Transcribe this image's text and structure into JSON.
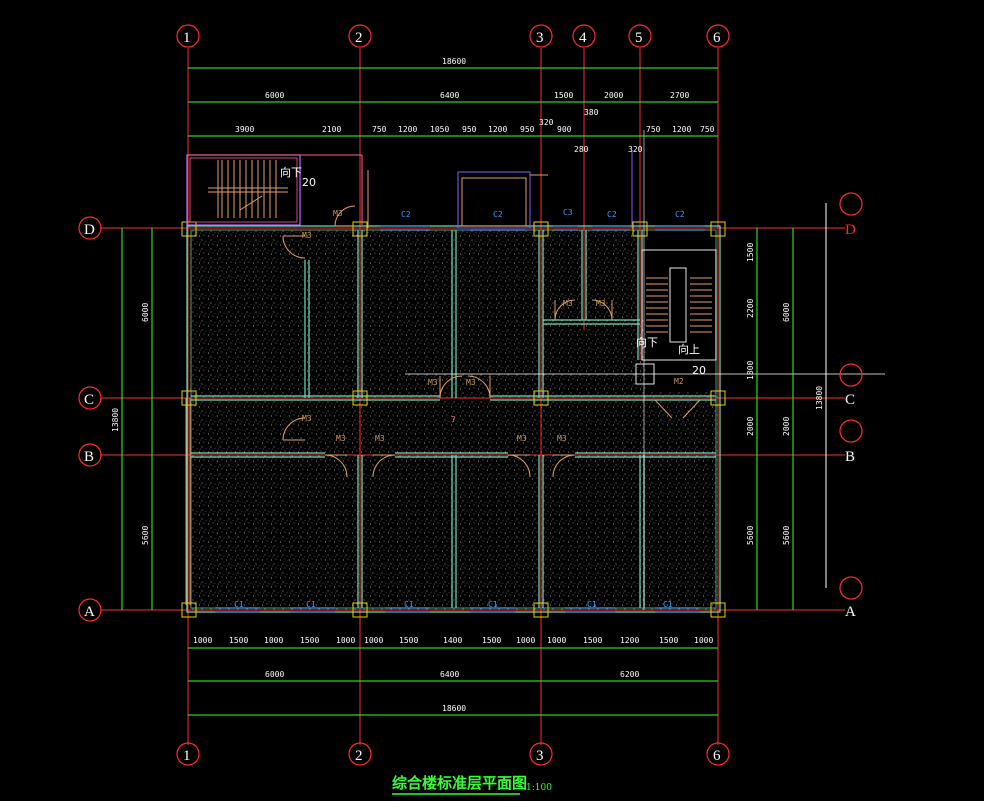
{
  "drawing": {
    "title": "综合楼标准层平面图",
    "scale": "1:100"
  },
  "axes": {
    "columns": [
      "1",
      "2",
      "3",
      "4",
      "5",
      "6"
    ],
    "rows": [
      "D",
      "C",
      "B",
      "A"
    ]
  },
  "dims": {
    "top_total": "18600",
    "top_axis": [
      "6000",
      "6400",
      "1500",
      "2000",
      "2700"
    ],
    "top_detail": [
      "3900",
      "2100",
      "750",
      "1200",
      "1050",
      "950",
      "1200",
      "950",
      "320",
      "900",
      "380",
      "280",
      "320",
      "750",
      "1200",
      "750"
    ],
    "bottom_detail": [
      "1000",
      "1500",
      "1000",
      "1500",
      "1000",
      "1000",
      "1500",
      "1400",
      "1500",
      "1000",
      "1000",
      "1500",
      "1200",
      "1500",
      "1000"
    ],
    "bottom_axis": [
      "6000",
      "6400",
      "6200"
    ],
    "bottom_total": "18600",
    "left_outer": "13800",
    "left_inner": [
      "6000",
      "5600"
    ],
    "right_inner": [
      "1500",
      "2200",
      "1800",
      "2000",
      "5600"
    ],
    "right_outer": [
      "6000",
      "2000",
      "5600"
    ],
    "right_total": "13800"
  },
  "tags": {
    "door_m3": "M3",
    "door_m2": "M2",
    "windows": [
      "C2",
      "C2",
      "C3",
      "C2",
      "C2"
    ],
    "windows_bottom": [
      "C1",
      "C1",
      "C1",
      "C1",
      "C1",
      "C1"
    ],
    "stair_up": "向上",
    "stair_down": "向下",
    "step_count": "20",
    "corridor_mark": "?"
  }
}
